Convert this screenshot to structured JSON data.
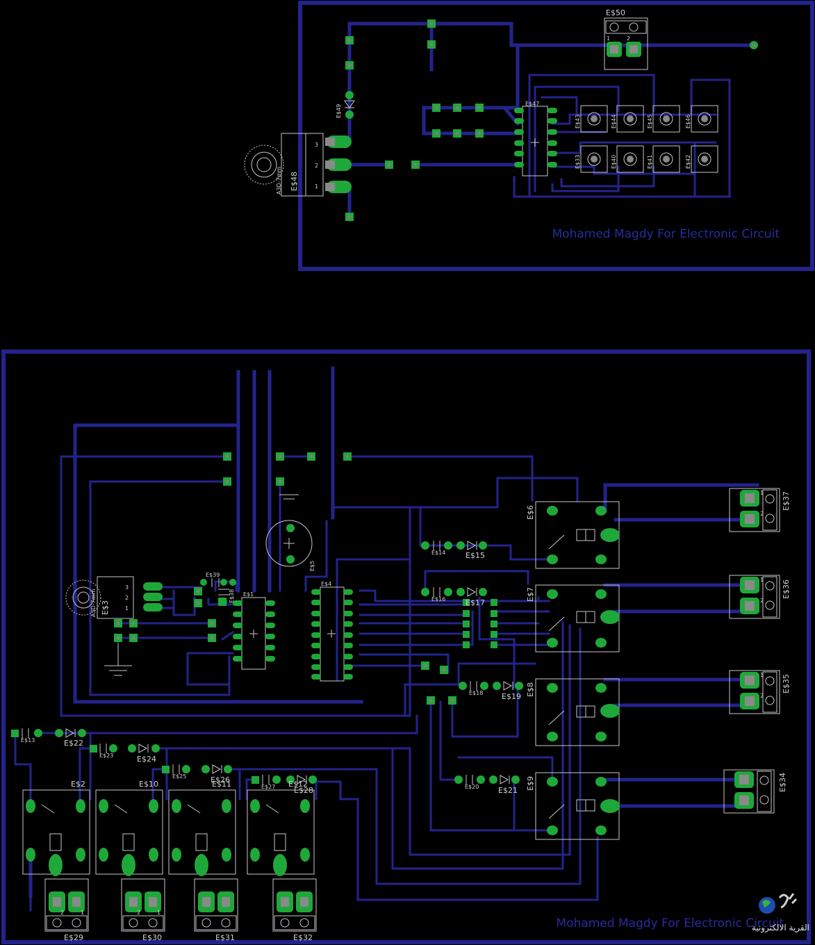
{
  "credit_top": "Mohamed Magdy For Electronic Circuit",
  "credit_bottom": "Mohamed Magdy For Electronic Circuit",
  "logo_text": "القرية الالكترونية",
  "top_board": {
    "E50": "E$50",
    "E49": "E$49",
    "E48": "E$48",
    "E47": "E$47",
    "btn_top": [
      "E$43",
      "E$44",
      "E$45",
      "E$46"
    ],
    "btn_bottom": [
      "E$33",
      "E$40",
      "E$41",
      "E$42"
    ],
    "reg_pins": [
      "3",
      "2",
      "1"
    ],
    "reg_part": "A3D-7mm",
    "term_pins": [
      "1",
      "2"
    ]
  },
  "bottom_board": {
    "E1": "E$1",
    "E3": "E$3",
    "E4": "E$4",
    "E5": "E$5",
    "relays_right": [
      "E$6",
      "E$7",
      "E$8",
      "E$9"
    ],
    "terms_right": [
      "E$37",
      "E$36",
      "E$35",
      "E$34"
    ],
    "relays_bottom": [
      "E$2",
      "E$10",
      "E$11",
      "E$12"
    ],
    "terms_bottom": [
      "E$29",
      "E$30",
      "E$31",
      "E$32"
    ],
    "diode_labels_right": [
      "E$15",
      "E$17",
      "E$19",
      "E$21"
    ],
    "cap_labels_right": [
      "E$14",
      "E$16",
      "E$18",
      "E$20"
    ],
    "diode_labels_bottom": [
      "E$22",
      "E$24",
      "E$26",
      "E$28"
    ],
    "cap_labels_bottom": [
      "E$13",
      "E$23",
      "E$25",
      "E$27"
    ],
    "E38": "E$38",
    "E39": "E$39",
    "reg_part": "A3D-7mm",
    "reg_pins": [
      "1",
      "2",
      "3"
    ],
    "term_pins": [
      "1",
      "2"
    ]
  }
}
